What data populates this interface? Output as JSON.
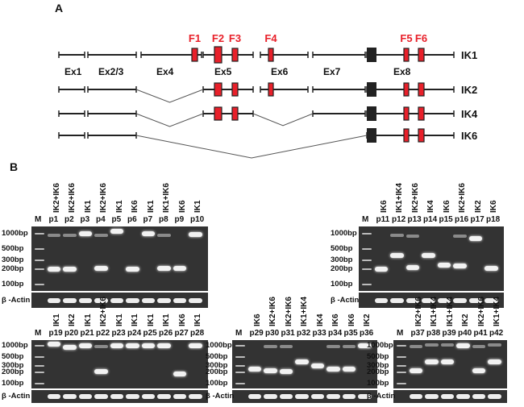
{
  "panel_a": {
    "letter": "A",
    "exon_labels": [
      "Ex1",
      "Ex2/3",
      "Ex4",
      "Ex5",
      "Ex6",
      "Ex7",
      "Ex8"
    ],
    "primer_labels": [
      "F1",
      "F2",
      "F3",
      "F4",
      "F5",
      "F6"
    ],
    "isoforms": [
      {
        "name": "IK1",
        "exons_present": [
          "Ex1",
          "Ex2/3",
          "Ex4",
          "Ex5",
          "Ex6",
          "Ex7",
          "Ex8"
        ]
      },
      {
        "name": "IK2",
        "exons_present": [
          "Ex1",
          "Ex2/3",
          "Ex5",
          "Ex6",
          "Ex7",
          "Ex8"
        ]
      },
      {
        "name": "IK4",
        "exons_present": [
          "Ex1",
          "Ex2/3",
          "Ex5",
          "Ex7",
          "Ex8"
        ]
      },
      {
        "name": "IK6",
        "exons_present": [
          "Ex1",
          "Ex2/3",
          "Ex8"
        ]
      }
    ],
    "colors": {
      "primer": "#e8202a",
      "line": "#222222",
      "coding_block": "#222222"
    }
  },
  "panel_b": {
    "letter": "B",
    "marker_label": "M",
    "size_labels": [
      "1000bp",
      "500bp",
      "300bp",
      "200bp",
      "100bp"
    ],
    "actin_label": "β -Actin",
    "gels": [
      {
        "lanes": [
          {
            "id": "p1",
            "isoform": "IK2+IK6",
            "bands": [
              200,
              900
            ]
          },
          {
            "id": "p2",
            "isoform": "IK2+IK6",
            "bands": [
              200,
              900
            ]
          },
          {
            "id": "p3",
            "isoform": "IK1",
            "bands": [
              1000
            ]
          },
          {
            "id": "p4",
            "isoform": "IK2+IK6",
            "bands": [
              210,
              900
            ]
          },
          {
            "id": "p5",
            "isoform": "IK1",
            "bands": [
              1100
            ]
          },
          {
            "id": "p6",
            "isoform": "IK6",
            "bands": [
              200
            ]
          },
          {
            "id": "p7",
            "isoform": "IK1",
            "bands": [
              1000
            ]
          },
          {
            "id": "p8",
            "isoform": "IK1+IK6",
            "bands": [
              210,
              900
            ]
          },
          {
            "id": "p9",
            "isoform": "IK6",
            "bands": [
              210
            ]
          },
          {
            "id": "p10",
            "isoform": "IK1",
            "bands": [
              950
            ]
          }
        ]
      },
      {
        "lanes": [
          {
            "id": "p11",
            "isoform": "IK6",
            "bands": [
              200
            ]
          },
          {
            "id": "p12",
            "isoform": "IK1+IK4",
            "bands": [
              380,
              900
            ]
          },
          {
            "id": "p13",
            "isoform": "IK2+IK6",
            "bands": [
              220,
              850
            ]
          },
          {
            "id": "p14",
            "isoform": "IK4",
            "bands": [
              380
            ]
          },
          {
            "id": "p15",
            "isoform": "IK6",
            "bands": [
              240
            ]
          },
          {
            "id": "p16",
            "isoform": "IK2+IK6",
            "bands": [
              230,
              850
            ]
          },
          {
            "id": "p17",
            "isoform": "IK2",
            "bands": [
              800
            ]
          },
          {
            "id": "p18",
            "isoform": "IK6",
            "bands": [
              210
            ]
          }
        ]
      },
      {
        "lanes": [
          {
            "id": "p19",
            "isoform": "IK1",
            "bands": [
              1100
            ]
          },
          {
            "id": "p20",
            "isoform": "IK2",
            "bands": [
              900
            ]
          },
          {
            "id": "p21",
            "isoform": "IK1",
            "bands": [
              1000
            ]
          },
          {
            "id": "p22",
            "isoform": "IK2+IK6",
            "bands": [
              210,
              900
            ]
          },
          {
            "id": "p23",
            "isoform": "IK1",
            "bands": [
              1000
            ]
          },
          {
            "id": "p24",
            "isoform": "IK1",
            "bands": [
              1000
            ]
          },
          {
            "id": "p25",
            "isoform": "IK1",
            "bands": [
              1000
            ]
          },
          {
            "id": "p26",
            "isoform": "IK1",
            "bands": [
              1000
            ]
          },
          {
            "id": "p27",
            "isoform": "IK6",
            "bands": [
              180
            ]
          },
          {
            "id": "p28",
            "isoform": "IK1",
            "bands": [
              1000
            ]
          }
        ]
      },
      {
        "lanes": [
          {
            "id": "p29",
            "isoform": "IK6",
            "bands": [
              240
            ]
          },
          {
            "id": "p30",
            "isoform": "IK2+IK6",
            "bands": [
              220,
              900
            ]
          },
          {
            "id": "p31",
            "isoform": "IK2+IK6",
            "bands": [
              210,
              900
            ]
          },
          {
            "id": "p32",
            "isoform": "IK1+IK4",
            "bands": [
              380
            ]
          },
          {
            "id": "p33",
            "isoform": "IK4",
            "bands": [
              300
            ]
          },
          {
            "id": "p34",
            "isoform": "IK6",
            "bands": [
              240,
              900
            ]
          },
          {
            "id": "p35",
            "isoform": "IK6",
            "bands": [
              240,
              900
            ]
          },
          {
            "id": "p36",
            "isoform": "IK2",
            "bands": [
              1000
            ]
          }
        ]
      },
      {
        "lanes": [
          {
            "id": "p37",
            "isoform": "IK2+IK6",
            "bands": [
              220,
              900
            ]
          },
          {
            "id": "p38",
            "isoform": "IK1+IK4",
            "bands": [
              380,
              1000
            ]
          },
          {
            "id": "p39",
            "isoform": "IK1+IK4",
            "bands": [
              380,
              1000
            ]
          },
          {
            "id": "p40",
            "isoform": "IK2",
            "bands": [
              1000
            ]
          },
          {
            "id": "p41",
            "isoform": "IK2+IK6",
            "bands": [
              220,
              900
            ]
          },
          {
            "id": "p42",
            "isoform": "IK1+IK4",
            "bands": [
              380,
              1000
            ]
          }
        ]
      }
    ]
  }
}
